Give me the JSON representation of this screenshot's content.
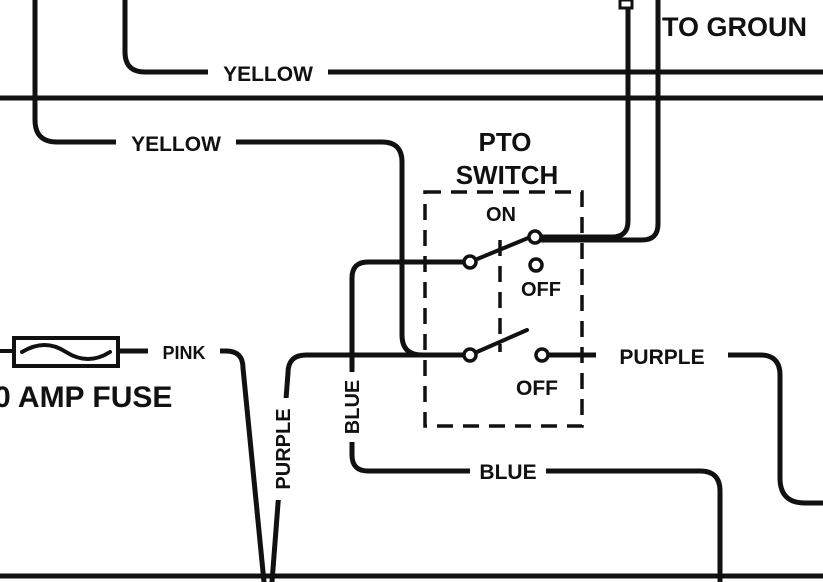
{
  "labels": {
    "to_ground": "TO GROUN",
    "yellow_top": "YELLOW",
    "yellow_mid": "YELLOW",
    "pto": "PTO",
    "switch": "SWITCH",
    "on": "ON",
    "off_upper": "OFF",
    "off_lower": "OFF",
    "pink": "PINK",
    "purple_right": "PURPLE",
    "purple_vertical": "PURPLE",
    "blue_vertical": "BLUE",
    "blue_bottom": "BLUE",
    "fuse": "0 AMP FUSE"
  },
  "colors": {
    "ink": "#111111",
    "paper": "#ffffff"
  }
}
